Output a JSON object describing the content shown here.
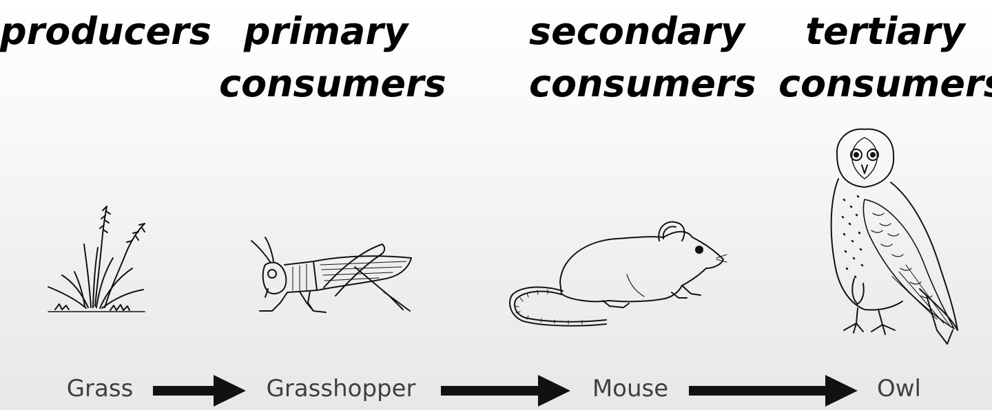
{
  "trophic_levels": [
    {
      "heading_line1": "producers",
      "heading_line2": "",
      "organism": "Grass",
      "icon": "grass-icon"
    },
    {
      "heading_line1": "primary",
      "heading_line2": "consumers",
      "organism": "Grasshopper",
      "icon": "grasshopper-icon"
    },
    {
      "heading_line1": "secondary",
      "heading_line2": "consumers",
      "organism": "Mouse",
      "icon": "mouse-icon"
    },
    {
      "heading_line1": "tertiary",
      "heading_line2": "consumers",
      "organism": "Owl",
      "icon": "owl-icon"
    }
  ],
  "colors": {
    "heading_text": "#000000",
    "label_text": "#3f3f3f",
    "arrow": "#111111",
    "line_art": "#111111"
  }
}
